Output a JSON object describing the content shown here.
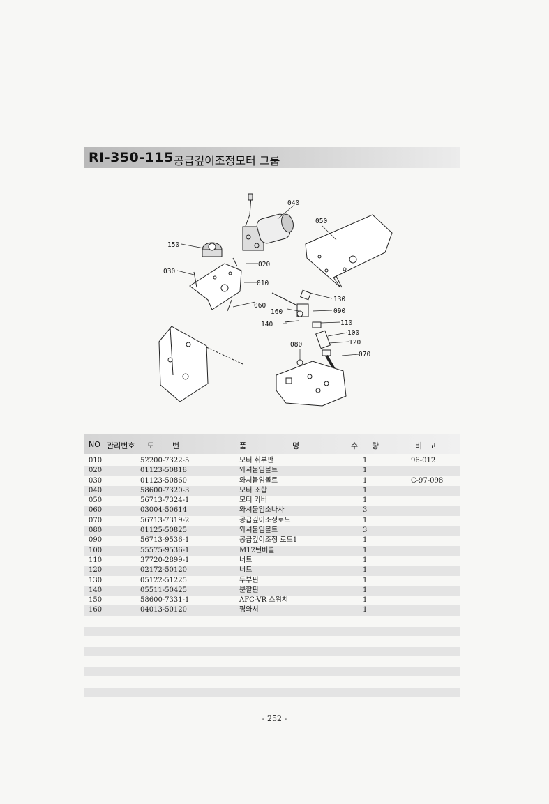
{
  "title": {
    "code": "RI-350-115",
    "name": "공급깊이조정모터 그룹"
  },
  "diagram": {
    "labels": [
      "040",
      "050",
      "150",
      "020",
      "030",
      "010",
      "130",
      "060",
      "160",
      "090",
      "140",
      "110",
      "100",
      "080",
      "120",
      "070"
    ]
  },
  "table": {
    "headers": {
      "no": "NO",
      "mgmt": "관리번호",
      "drawing_1": "도",
      "drawing_2": "번",
      "name_1": "품",
      "name_2": "명",
      "qty_1": "수",
      "qty_2": "량",
      "note_1": "비",
      "note_2": "고"
    },
    "rows": [
      {
        "no": "010",
        "part": "52200-7322-5",
        "name": "모터 취부판",
        "qty": "1",
        "note": "96-012"
      },
      {
        "no": "020",
        "part": "01123-50818",
        "name": "와셔붙임볼트",
        "qty": "1",
        "note": ""
      },
      {
        "no": "030",
        "part": "01123-50860",
        "name": "와셔붙임볼트",
        "qty": "1",
        "note": "C-97-098"
      },
      {
        "no": "040",
        "part": "58600-7320-3",
        "name": "모터 조합",
        "qty": "1",
        "note": ""
      },
      {
        "no": "050",
        "part": "56713-7324-1",
        "name": "모터 카버",
        "qty": "1",
        "note": ""
      },
      {
        "no": "060",
        "part": "03004-50614",
        "name": "와셔붙임소나사",
        "qty": "3",
        "note": ""
      },
      {
        "no": "070",
        "part": "56713-7319-2",
        "name": "공급깊이조정로드",
        "qty": "1",
        "note": ""
      },
      {
        "no": "080",
        "part": "01125-50825",
        "name": "와셔붙임볼트",
        "qty": "3",
        "note": ""
      },
      {
        "no": "090",
        "part": "56713-9536-1",
        "name": "공급깊이조정 로드1",
        "qty": "1",
        "note": ""
      },
      {
        "no": "100",
        "part": "55575-9536-1",
        "name": "M12턴버클",
        "qty": "1",
        "note": ""
      },
      {
        "no": "110",
        "part": "37720-2899-1",
        "name": "너트",
        "qty": "1",
        "note": ""
      },
      {
        "no": "120",
        "part": "02172-50120",
        "name": "너트",
        "qty": "1",
        "note": ""
      },
      {
        "no": "130",
        "part": "05122-51225",
        "name": "두부핀",
        "qty": "1",
        "note": ""
      },
      {
        "no": "140",
        "part": "05511-50425",
        "name": "분할핀",
        "qty": "1",
        "note": ""
      },
      {
        "no": "150",
        "part": "58600-7331-1",
        "name": "AFC-VR 스위치",
        "qty": "1",
        "note": ""
      },
      {
        "no": "160",
        "part": "04013-50120",
        "name": "평와셔",
        "qty": "1",
        "note": ""
      }
    ]
  },
  "page_number": "- 252 -"
}
